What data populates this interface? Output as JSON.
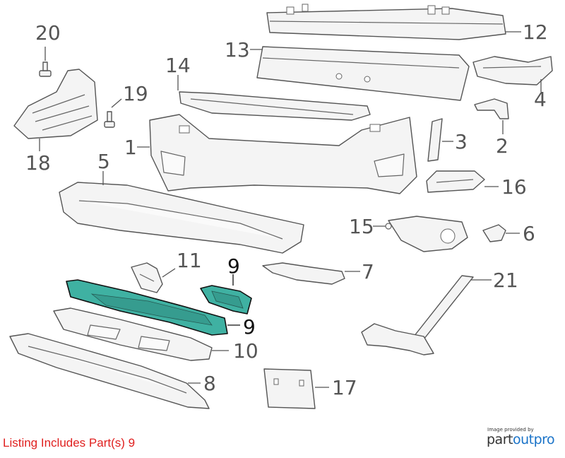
{
  "footer": {
    "listing_text": "Listing Includes Part(s) 9",
    "credit_text": "Image provided by",
    "brand_prefix": "part",
    "brand_accent": "outpro"
  },
  "callouts": {
    "c1": "1",
    "c2": "2",
    "c3": "3",
    "c4": "4",
    "c5": "5",
    "c6": "6",
    "c7": "7",
    "c8": "8",
    "c9a": "9",
    "c9b": "9",
    "c10": "10",
    "c11": "11",
    "c12": "12",
    "c13": "13",
    "c14": "14",
    "c15": "15",
    "c16": "16",
    "c17": "17",
    "c18": "18",
    "c19": "19",
    "c20": "20",
    "c21": "21"
  },
  "colors": {
    "highlight": "#3fb1a2",
    "listing_text": "#e0201f",
    "brand_accent": "#1a73c8",
    "line_art": "#555555"
  }
}
